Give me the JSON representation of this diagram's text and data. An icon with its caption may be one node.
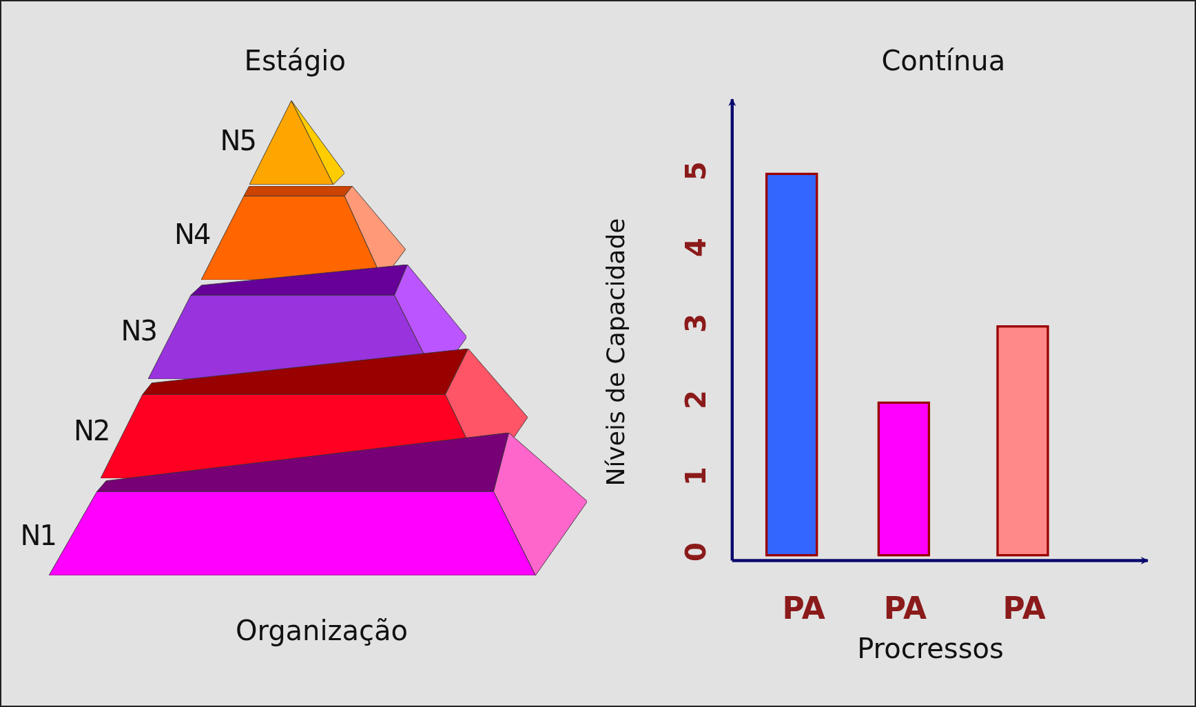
{
  "diagram": {
    "nodes": [
      {
        "text": [],
        "shape": "triangle",
        "beside": [
          "N5"
        ]
      },
      {
        "text": [],
        "shape": "trapezoid",
        "beside": [
          "N4"
        ]
      },
      {
        "text": [],
        "shape": "trapezoid",
        "beside": [
          "N3"
        ]
      },
      {
        "text": [],
        "shape": "trapezoid",
        "beside": [
          "N2"
        ]
      },
      {
        "text": [],
        "shape": "trapezoid",
        "beside": [
          "N1"
        ]
      }
    ],
    "labels": [
      "Estágio",
      "Organização"
    ],
    "chart_data": {
      "type": "bar",
      "title": "Contínua",
      "xlabel": "Procressos",
      "ylabel": "Níveis de Capacidade",
      "categories": [
        "PA",
        "PA",
        "PA"
      ],
      "series": [
        {
          "color": "#3366ff",
          "values": [
            5,
            null,
            null
          ]
        },
        {
          "color": "#ff00ff",
          "values": [
            null,
            2,
            null
          ]
        },
        {
          "color": "#ff8888",
          "values": [
            null,
            null,
            3
          ]
        }
      ],
      "ylim": [
        0,
        6
      ],
      "yticks": [
        0,
        1,
        2,
        3,
        4,
        5
      ]
    }
  }
}
